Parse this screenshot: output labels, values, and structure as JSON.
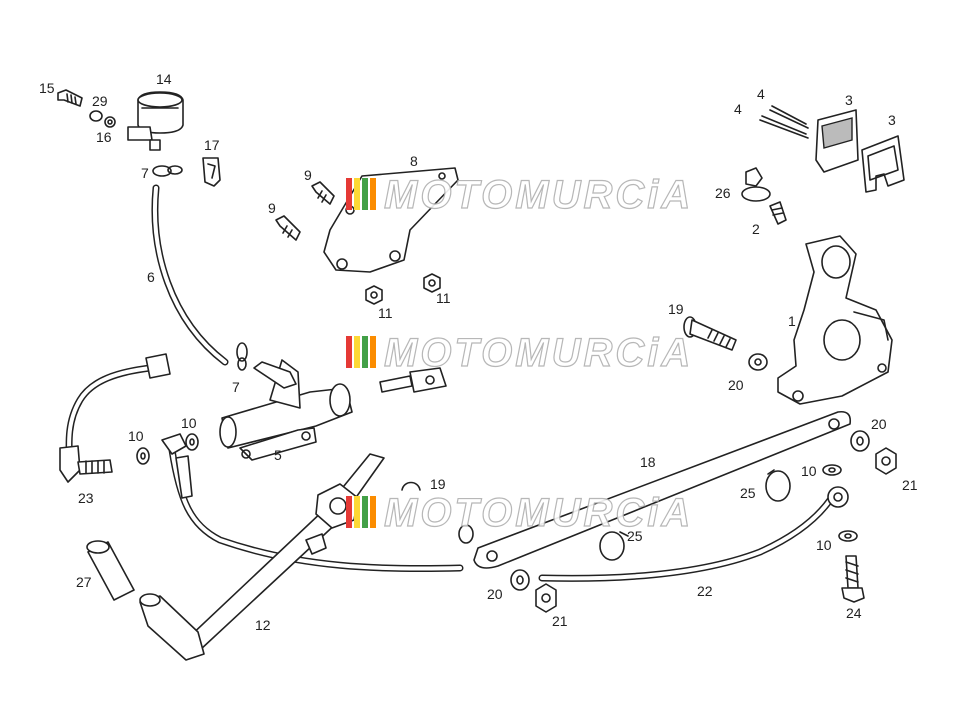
{
  "watermark": {
    "text": "MOTOMURCiA",
    "stripe_colors": [
      "#e53935",
      "#fdd835",
      "#43a047",
      "#fb8c00"
    ]
  },
  "labels": [
    {
      "id": "label-1",
      "text": "1"
    },
    {
      "id": "label-2",
      "text": "2"
    },
    {
      "id": "label-3a",
      "text": "3"
    },
    {
      "id": "label-3b",
      "text": "3"
    },
    {
      "id": "label-4a",
      "text": "4"
    },
    {
      "id": "label-4b",
      "text": "4"
    },
    {
      "id": "label-5",
      "text": "5"
    },
    {
      "id": "label-6",
      "text": "6"
    },
    {
      "id": "label-7a",
      "text": "7"
    },
    {
      "id": "label-7b",
      "text": "7"
    },
    {
      "id": "label-8",
      "text": "8"
    },
    {
      "id": "label-9a",
      "text": "9"
    },
    {
      "id": "label-9b",
      "text": "9"
    },
    {
      "id": "label-10a",
      "text": "10"
    },
    {
      "id": "label-10b",
      "text": "10"
    },
    {
      "id": "label-10c",
      "text": "10"
    },
    {
      "id": "label-10d",
      "text": "10"
    },
    {
      "id": "label-11a",
      "text": "11"
    },
    {
      "id": "label-11b",
      "text": "11"
    },
    {
      "id": "label-12",
      "text": "12"
    },
    {
      "id": "label-14",
      "text": "14"
    },
    {
      "id": "label-15",
      "text": "15"
    },
    {
      "id": "label-16",
      "text": "16"
    },
    {
      "id": "label-17",
      "text": "17"
    },
    {
      "id": "label-18",
      "text": "18"
    },
    {
      "id": "label-19a",
      "text": "19"
    },
    {
      "id": "label-19b",
      "text": "19"
    },
    {
      "id": "label-20a",
      "text": "20"
    },
    {
      "id": "label-20b",
      "text": "20"
    },
    {
      "id": "label-20c",
      "text": "20"
    },
    {
      "id": "label-21a",
      "text": "21"
    },
    {
      "id": "label-21b",
      "text": "21"
    },
    {
      "id": "label-22",
      "text": "22"
    },
    {
      "id": "label-23",
      "text": "23"
    },
    {
      "id": "label-24",
      "text": "24"
    },
    {
      "id": "label-25a",
      "text": "25"
    },
    {
      "id": "label-25b",
      "text": "25"
    },
    {
      "id": "label-26",
      "text": "26"
    },
    {
      "id": "label-27",
      "text": "27"
    },
    {
      "id": "label-29",
      "text": "29"
    }
  ]
}
